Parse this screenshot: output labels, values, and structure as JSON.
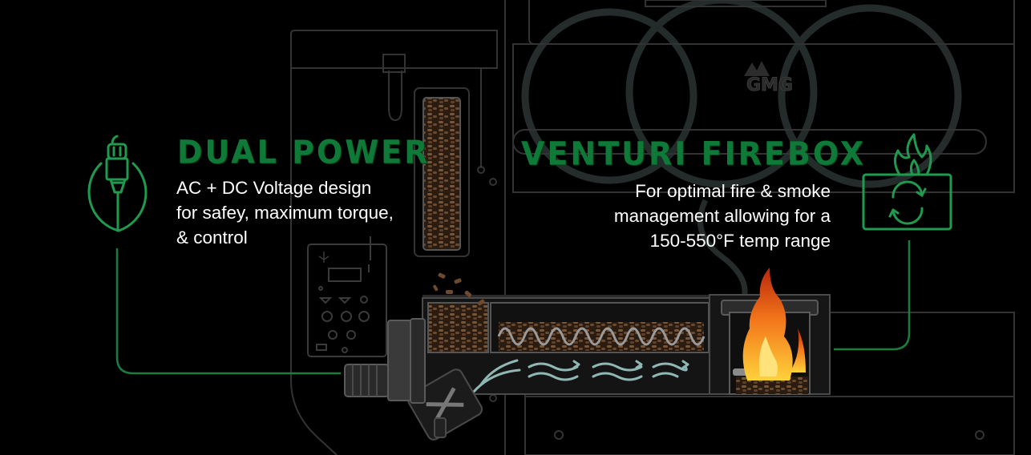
{
  "colors": {
    "background": "#000000",
    "accent_green": "#1f9a4e",
    "title_green": "#0f7a37",
    "outline_gray": "#3a3a3a",
    "flame_orange": "#f07a1a",
    "airflow": "#8fb7b4",
    "text": "#ffffff"
  },
  "dual_power": {
    "title": "DUAL POWER",
    "desc_lines": [
      "AC + DC Voltage design",
      "for safey, maximum torque,",
      "& control"
    ],
    "icon": "power-plug-icon"
  },
  "venturi_firebox": {
    "title": "VENTURI FIREBOX",
    "desc_lines": [
      "For optimal fire & smoke",
      "management allowing for a",
      "150-550°F temp range"
    ],
    "icon": "firebox-cycle-icon"
  },
  "grill": {
    "logo_text": "GMG"
  }
}
